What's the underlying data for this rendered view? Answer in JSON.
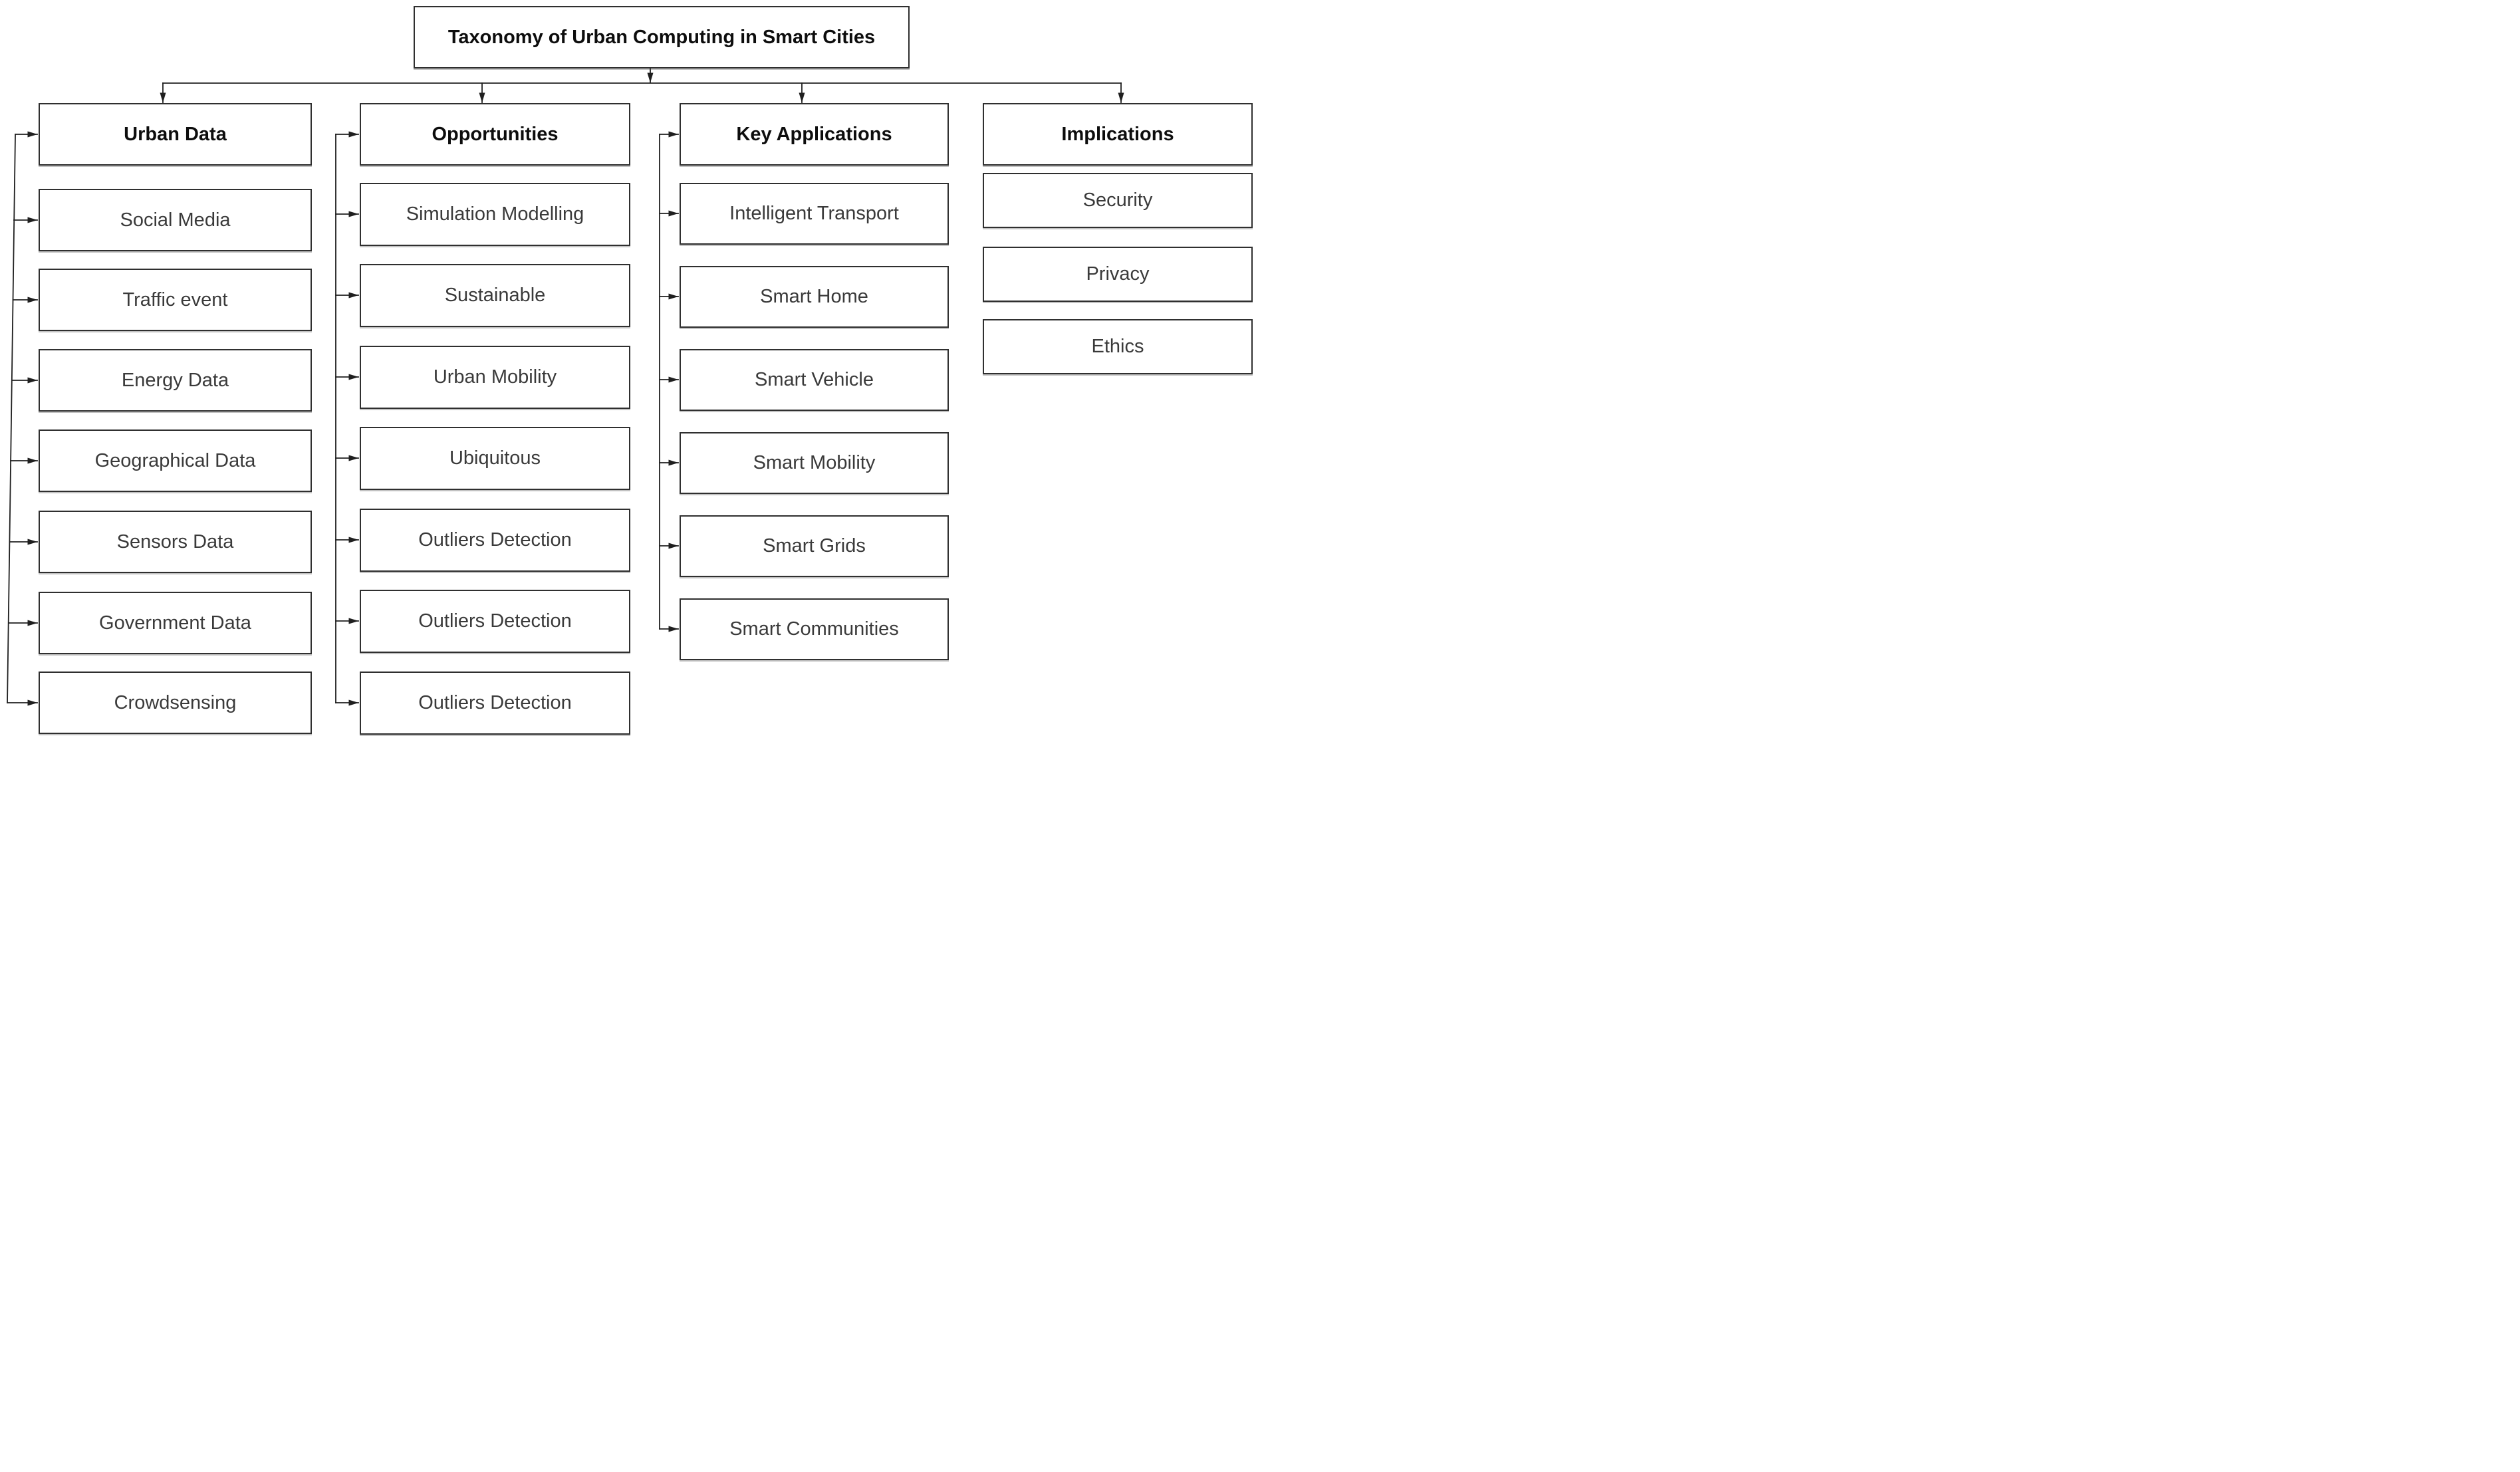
{
  "title": "Taxonomy of Urban Computing in Smart Cities",
  "colors": {
    "background": "#ffffff",
    "box_fill": "#ffffff",
    "box_border": "#2f2f2f",
    "text": "#3a3a3a",
    "heading_text": "#0d0d0d",
    "connector": "#1f1f1f"
  },
  "columns": [
    {
      "header": "Urban Data",
      "items": [
        "Social Media",
        "Traffic event",
        "Energy Data",
        "Geographical Data",
        "Sensors Data",
        "Government Data",
        "Crowdsensing"
      ]
    },
    {
      "header": "Opportunities",
      "items": [
        "Simulation Modelling",
        "Sustainable",
        "Urban Mobility",
        "Ubiquitous",
        "Outliers Detection",
        "Outliers Detection",
        "Outliers Detection"
      ]
    },
    {
      "header": "Key Applications",
      "items": [
        "Intelligent Transport",
        "Smart Home",
        "Smart Vehicle",
        "Smart Mobility",
        "Smart Grids",
        "Smart Communities"
      ]
    },
    {
      "header": "Implications",
      "items": [
        "Security",
        "Privacy",
        "Ethics"
      ]
    }
  ]
}
